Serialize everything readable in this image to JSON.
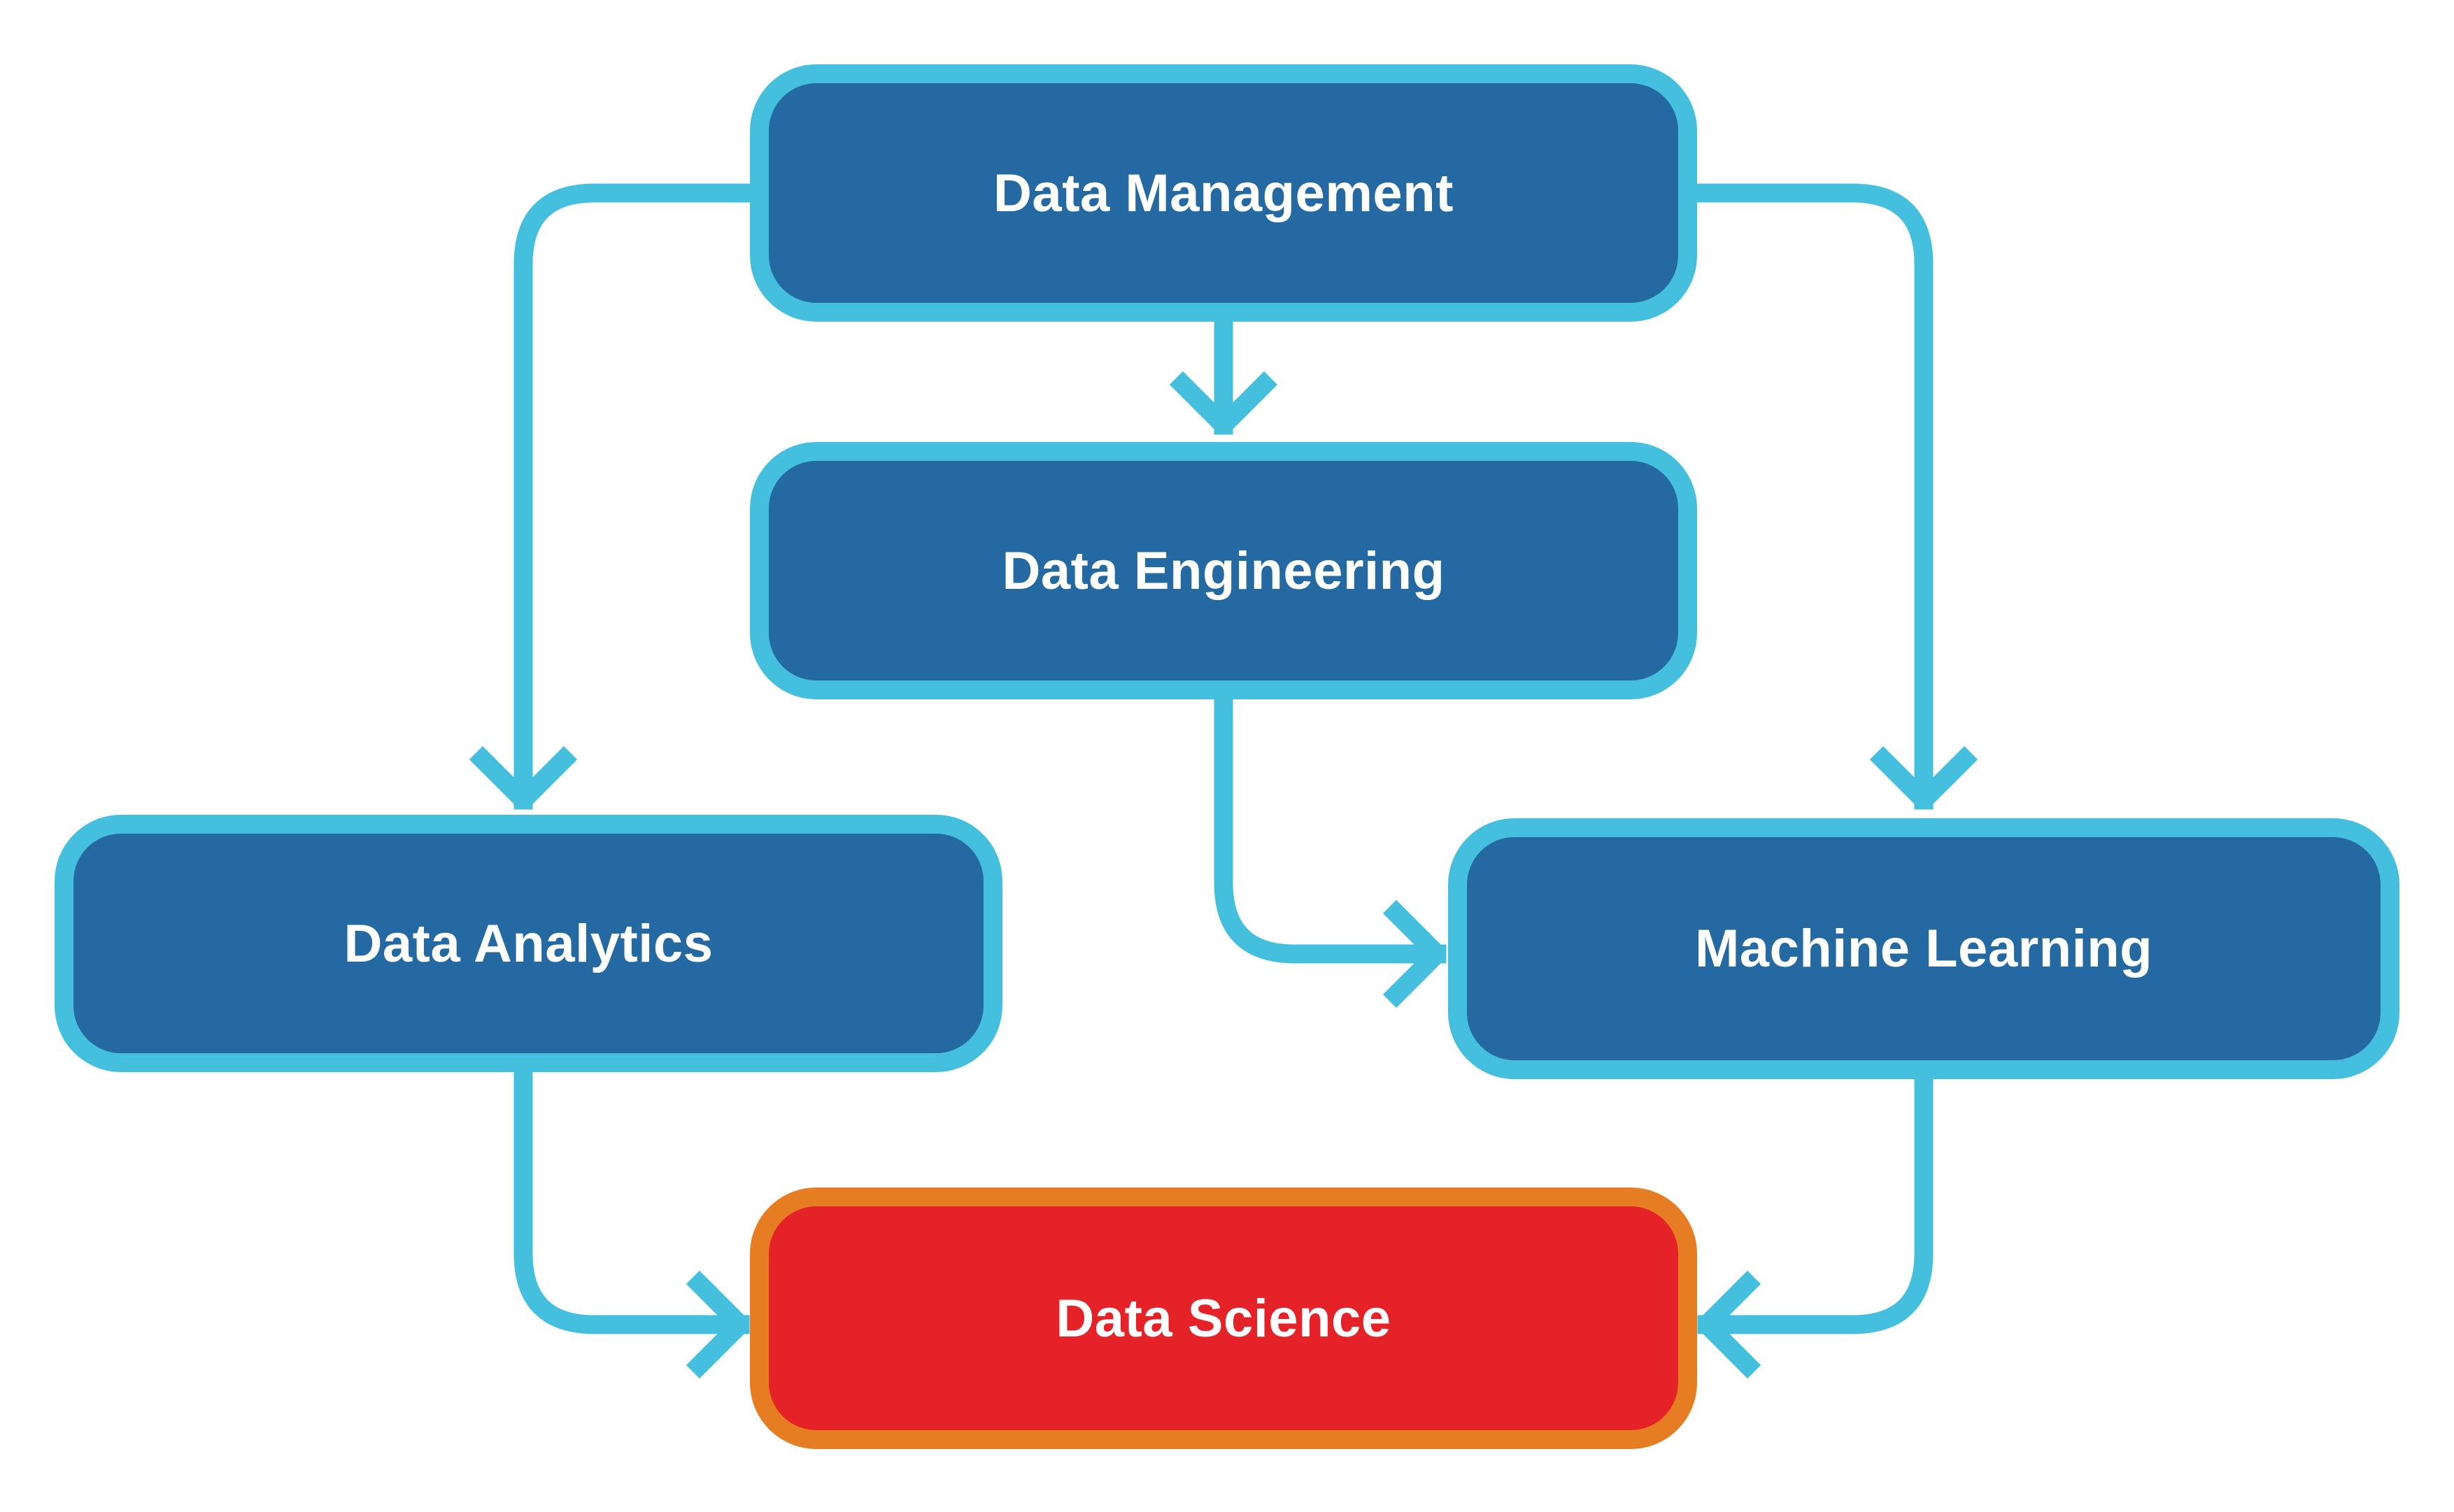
{
  "colors": {
    "background": "#ffffff",
    "connector": "#45bfde",
    "node_fill": "#2469a1",
    "node_border": "#45bfde",
    "highlight_fill": "#e52227",
    "highlight_border": "#e77d22",
    "text": "#ffffff"
  },
  "nodes": {
    "data_management": {
      "label": "Data Management"
    },
    "data_engineering": {
      "label": "Data Engineering"
    },
    "data_analytics": {
      "label": "Data Analytics"
    },
    "machine_learning": {
      "label": "Machine Learning"
    },
    "data_science": {
      "label": "Data Science",
      "highlighted": true
    }
  },
  "edges": [
    {
      "from": "Data Management",
      "to": "Data Engineering"
    },
    {
      "from": "Data Management",
      "to": "Data Analytics"
    },
    {
      "from": "Data Management",
      "to": "Machine Learning"
    },
    {
      "from": "Data Engineering",
      "to": "Machine Learning"
    },
    {
      "from": "Data Analytics",
      "to": "Data Science"
    },
    {
      "from": "Machine Learning",
      "to": "Data Science"
    }
  ]
}
